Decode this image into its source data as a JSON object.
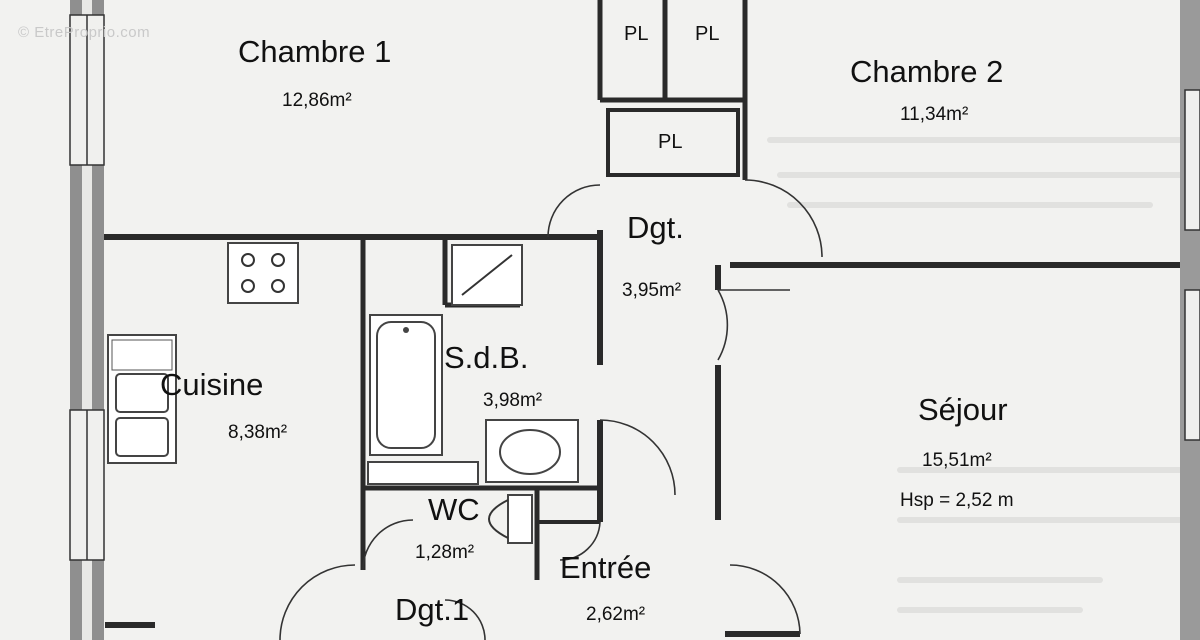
{
  "watermark": "© EtreProprio.com",
  "rooms": {
    "chambre1": {
      "name": "Chambre 1",
      "area": "12,86m²"
    },
    "chambre2": {
      "name": "Chambre 2",
      "area": "11,34m²"
    },
    "dgt": {
      "name": "Dgt.",
      "area": "3,95m²"
    },
    "cuisine": {
      "name": "Cuisine",
      "area": "8,38m²"
    },
    "sdb": {
      "name": "S.d.B.",
      "area": "3,98m²"
    },
    "sejour": {
      "name": "Séjour",
      "area": "15,51m²",
      "height": "Hsp = 2,52 m"
    },
    "wc": {
      "name": "WC",
      "area": "1,28m²"
    },
    "entree": {
      "name": "Entrée",
      "area": "2,62m²"
    },
    "dgt1": {
      "name": "Dgt.1"
    }
  },
  "closets": [
    "PL",
    "PL",
    "PL"
  ]
}
